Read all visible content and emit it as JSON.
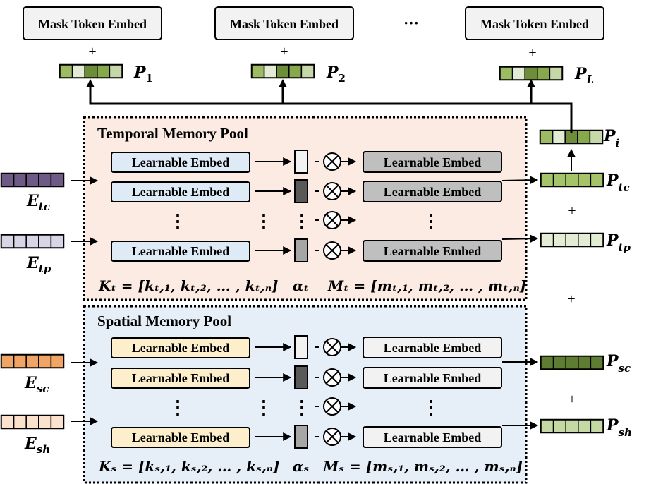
{
  "top": {
    "mask_boxes": [
      "Mask Token Embed",
      "Mask Token Embed",
      "Mask Token Embed"
    ],
    "ellipsis": "···",
    "plus": "+",
    "prompts": [
      {
        "base": "P",
        "sub": "1"
      },
      {
        "base": "P",
        "sub": "2"
      },
      {
        "base": "P",
        "sub": "L"
      }
    ]
  },
  "prompt_cell_colors": [
    "#9dbb62",
    "#e2ebd3",
    "#6e8d3a",
    "#86a94c",
    "#c6d8a8"
  ],
  "right": {
    "pi": {
      "base": "P",
      "sub": "i"
    },
    "ptc": {
      "base": "P",
      "sub": "tc",
      "color": "#a5c46a"
    },
    "ptp": {
      "base": "P",
      "sub": "tp",
      "color": "#e3edd3"
    },
    "psc": {
      "base": "P",
      "sub": "sc",
      "color": "#5f7d32"
    },
    "psh": {
      "base": "P",
      "sub": "sh",
      "color": "#c6d9a4"
    },
    "plus": "+"
  },
  "inputs": {
    "etc": {
      "base": "E",
      "sub": "tc",
      "color": "#6e5a86"
    },
    "etp": {
      "base": "E",
      "sub": "tp",
      "color": "#d7d6e6"
    },
    "esc": {
      "base": "E",
      "sub": "sc",
      "color": "#f0a466"
    },
    "esh": {
      "base": "E",
      "sub": "sh",
      "color": "#fbe2cc"
    }
  },
  "temporal": {
    "title": "Temporal Memory Pool",
    "bg": "#fbebe2",
    "key_color": "#deebf6",
    "value_color": "#bfbfbf",
    "key_label": "Learnable Embed",
    "value_label": "Learnable Embed",
    "alpha_colors": [
      "#f2f2f2",
      "#595959",
      "#a6a6a6"
    ],
    "k_formula": "Kₜ = [kₜ,₁, kₜ,₂, … , kₜ,ₙ]",
    "alpha": "αₜ",
    "m_formula": "Mₜ = [mₜ,₁, mₜ,₂, … , mₜ,ₙ]"
  },
  "spatial": {
    "title": "Spatial Memory Pool",
    "bg": "#e6eef8",
    "key_color": "#fdefcc",
    "value_color": "#f2f2f2",
    "key_label": "Learnable Embed",
    "value_label": "Learnable Embed",
    "alpha_colors": [
      "#f2f2f2",
      "#595959",
      "#a6a6a6"
    ],
    "k_formula": "Kₛ = [kₛ,₁, kₛ,₂, … , kₛ,ₙ]",
    "alpha": "αₛ",
    "m_formula": "Mₛ = [mₛ,₁, mₛ,₂, … , mₛ,ₙ]"
  },
  "otimes": "⊗",
  "vdots": "⋮"
}
